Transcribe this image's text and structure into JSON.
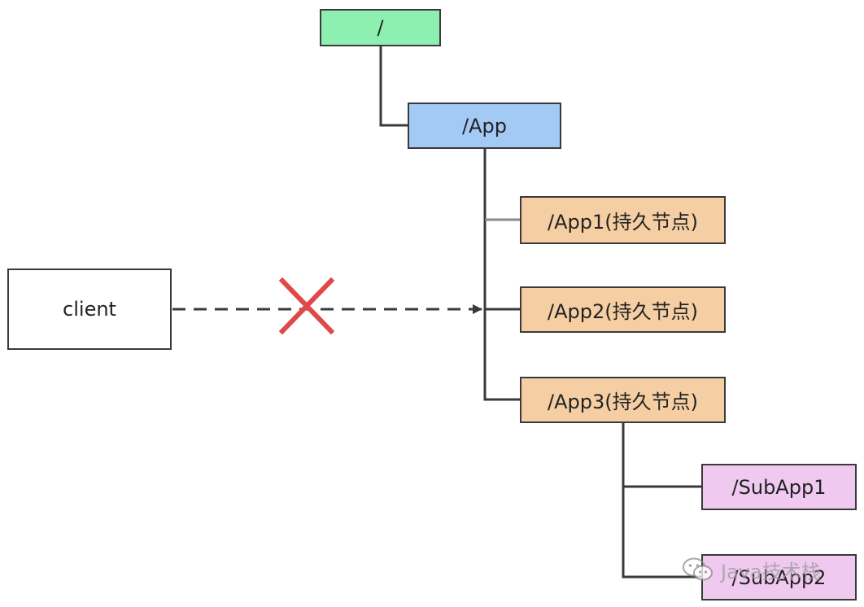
{
  "colors": {
    "root": "#8ef0b0",
    "app": "#a3c9f5",
    "persistent": "#f5cfa3",
    "subapp": "#f0c9f0",
    "client": "#ffffff",
    "line": "#3a3a3a",
    "cross": "#e0484a"
  },
  "nodes": {
    "root": "/",
    "app": "/App",
    "app1": "/App1(持久节点)",
    "app2": "/App2(持久节点)",
    "app3": "/App3(持久节点)",
    "subapp1": "/SubApp1",
    "subapp2": "/SubApp2",
    "client": "client"
  },
  "watermark": {
    "icon": "wechat-icon",
    "text": "Java技术栈"
  },
  "blocked_connection_icon": "cross-icon"
}
